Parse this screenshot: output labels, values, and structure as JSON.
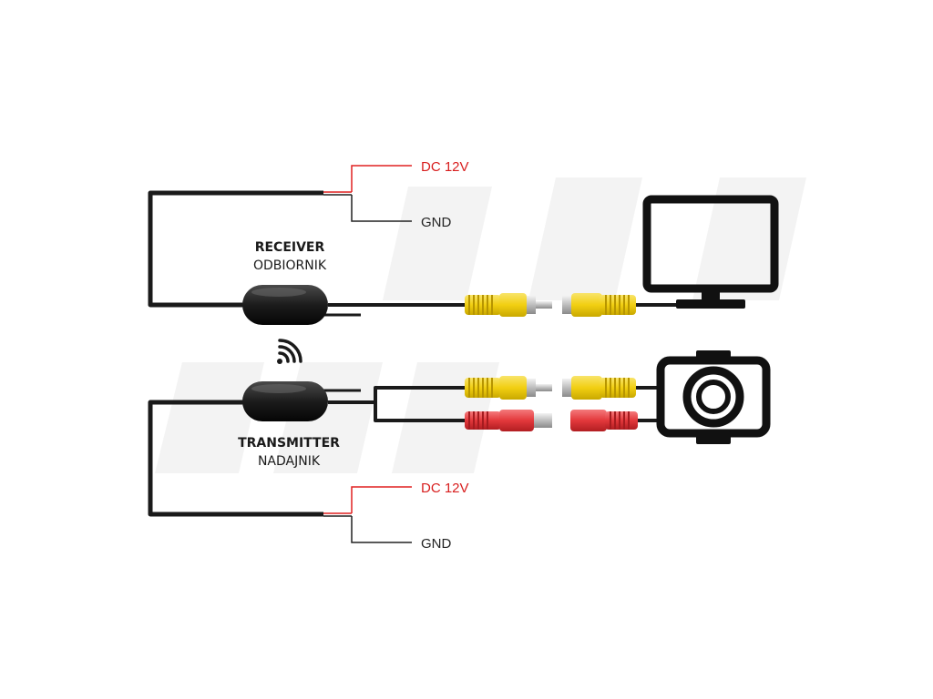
{
  "receiver": {
    "title": "RECEIVER",
    "subtitle": "ODBIORNIK"
  },
  "transmitter": {
    "title": "TRANSMITTER",
    "subtitle": "NADAJNIK"
  },
  "receiver_power": {
    "positive": "DC 12V",
    "ground": "GND"
  },
  "transmitter_power": {
    "positive": "DC 12V",
    "ground": "GND"
  },
  "colors": {
    "cable": "#1a1a1a",
    "positive_wire": "#e02020",
    "ground_wire": "#222222",
    "rca_video": "#f4d21c",
    "dc_power": "#e3383b",
    "positive_text": "#d81e1e",
    "watermark": "#f2f2f2"
  },
  "icons": [
    "monitor-icon",
    "camera-icon",
    "wireless-signal-icon"
  ]
}
